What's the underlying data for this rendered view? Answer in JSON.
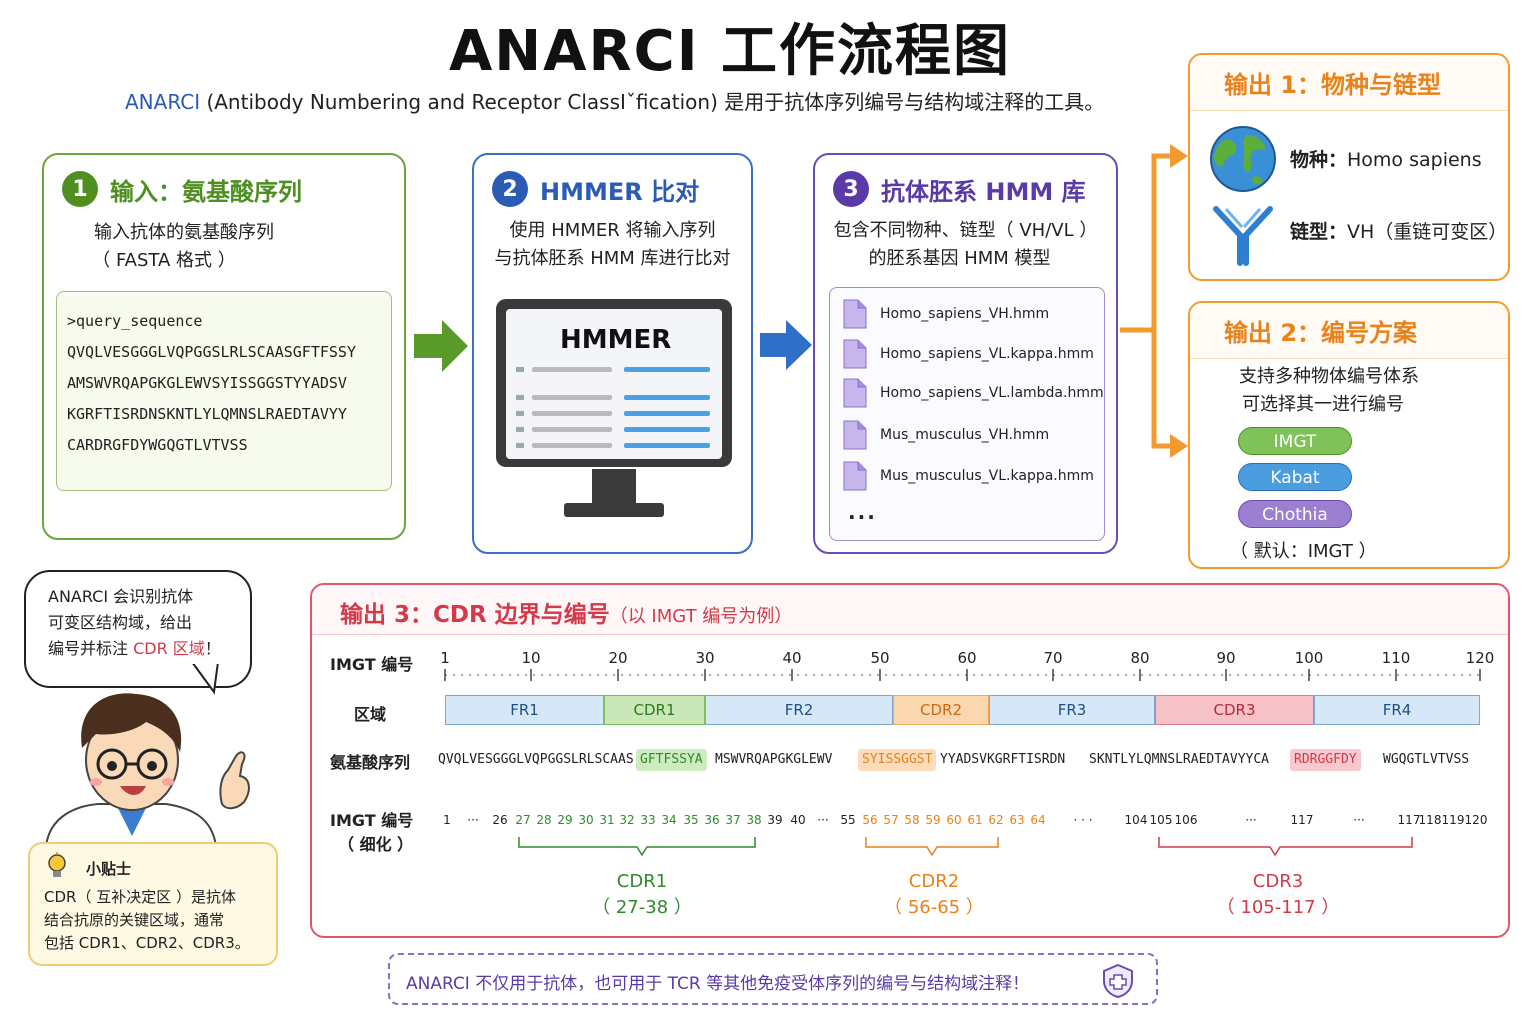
{
  "title": "ANARCI 工作流程图",
  "subtitle": {
    "keyword": "ANARCI",
    "rest": " (Antibody Numbering and Receptor ClassIˇfication) 是用于抗体序列编号与结构域注释的工具。"
  },
  "step1": {
    "num": "1",
    "title": "输入：氨基酸序列",
    "desc1": "输入抗体的氨基酸序列",
    "desc2": "（ FASTA 格式 ）",
    "seq": [
      ">query_sequence",
      "QVQLVESGGGLVQPGGSLRLSCAASGFTFSSY",
      "AMSWVRQAPGKGLEWVSYISSGGSTYYADSV",
      "KGRFTISRDNSKNTLYLQMNSLRAEDTAVYY",
      "CARDRGFDYWGQGTLVTVSS"
    ]
  },
  "step2": {
    "num": "2",
    "title": "HMMER 比对",
    "desc1": "使用 HMMER 将输入序列",
    "desc2": "与抗体胚系 HMM 库进行比对",
    "screen_label": "HMMER"
  },
  "step3": {
    "num": "3",
    "title": "抗体胚系 HMM 库",
    "desc1": "包含不同物种、链型（ VH/VL ）",
    "desc2": "的胚系基因 HMM 模型",
    "files": [
      "Homo_sapiens_VH.hmm",
      "Homo_sapiens_VL.kappa.hmm",
      "Homo_sapiens_VL.lambda.hmm",
      "Mus_musculus_VH.hmm",
      "Mus_musculus_VL.kappa.hmm"
    ],
    "more": "..."
  },
  "output1": {
    "title": "输出 1：物种与链型",
    "species_label": "物种：",
    "species_value": "Homo sapiens",
    "chain_label": "链型：",
    "chain_value": "VH（重链可变区）"
  },
  "output2": {
    "title": "输出 2：编号方案",
    "desc1": "支持多种物体编号体系",
    "desc2": "可选择其一进行编号",
    "schemes": [
      {
        "name": "IMGT",
        "color": "#7fc25a"
      },
      {
        "name": "Kabat",
        "color": "#4a9ee0"
      },
      {
        "name": "Chothia",
        "color": "#9b7fd0"
      }
    ],
    "default": "（ 默认：IMGT ）"
  },
  "output3": {
    "title": "输出 3：CDR 边界与编号",
    "title_note": "（以 IMGT 编号为例）",
    "row_numbering": "IMGT 编号",
    "row_region": "区域",
    "row_seq": "氨基酸序列",
    "row_fine1": "IMGT 编号",
    "row_fine2": "（ 细化 ）",
    "ticks": [
      "1",
      "10",
      "20",
      "30",
      "40",
      "50",
      "60",
      "70",
      "80",
      "90",
      "100",
      "110",
      "120"
    ],
    "regions": [
      {
        "name": "FR1",
        "type": "fr"
      },
      {
        "name": "CDR1",
        "type": "cdr1"
      },
      {
        "name": "FR2",
        "type": "fr"
      },
      {
        "name": "CDR2",
        "type": "cdr2"
      },
      {
        "name": "FR3",
        "type": "fr"
      },
      {
        "name": "CDR3",
        "type": "cdr3"
      },
      {
        "name": "FR4",
        "type": "fr"
      }
    ],
    "sequence_segments": [
      {
        "text": "QVQLVESGGGLVQPGGSLRLSCAAS",
        "type": "fr"
      },
      {
        "text": "GFTFSSYA",
        "type": "cdr1"
      },
      {
        "text": "MSWVRQAPGKGLEWV",
        "type": "fr"
      },
      {
        "text": "SYISSGGST",
        "type": "cdr2"
      },
      {
        "text": "YYADSVKGRFTISRDN",
        "type": "fr"
      },
      {
        "text": "SKNTLYLQMNSLRAEDTAVYYCA",
        "type": "fr"
      },
      {
        "text": "RDRGGFDY",
        "type": "cdr3"
      },
      {
        "text": "WGQGTLVTVSS",
        "type": "fr"
      }
    ],
    "fine_numbers": [
      {
        "t": "1",
        "type": "fr"
      },
      {
        "t": "···",
        "type": "fr"
      },
      {
        "t": "26",
        "type": "fr"
      },
      {
        "t": "27",
        "type": "cdr1"
      },
      {
        "t": "28",
        "type": "cdr1"
      },
      {
        "t": "29",
        "type": "cdr1"
      },
      {
        "t": "30",
        "type": "cdr1"
      },
      {
        "t": "31",
        "type": "cdr1"
      },
      {
        "t": "32",
        "type": "cdr1"
      },
      {
        "t": "33",
        "type": "cdr1"
      },
      {
        "t": "34",
        "type": "cdr1"
      },
      {
        "t": "35",
        "type": "cdr1"
      },
      {
        "t": "36",
        "type": "cdr1"
      },
      {
        "t": "37",
        "type": "cdr1"
      },
      {
        "t": "38",
        "type": "cdr1"
      },
      {
        "t": "39",
        "type": "fr"
      },
      {
        "t": "40",
        "type": "fr"
      },
      {
        "t": "···",
        "type": "fr"
      },
      {
        "t": "55",
        "type": "fr"
      },
      {
        "t": "56",
        "type": "cdr2"
      },
      {
        "t": "57",
        "type": "cdr2"
      },
      {
        "t": "58",
        "type": "cdr2"
      },
      {
        "t": "59",
        "type": "cdr2"
      },
      {
        "t": "60",
        "type": "cdr2"
      },
      {
        "t": "61",
        "type": "cdr2"
      },
      {
        "t": "62",
        "type": "cdr2"
      },
      {
        "t": "63",
        "type": "cdr2"
      },
      {
        "t": "64",
        "type": "cdr2"
      },
      {
        "t": "· · ·",
        "type": "fr"
      },
      {
        "t": "104",
        "type": "fr"
      },
      {
        "t": "105",
        "type": "fr"
      },
      {
        "t": "106",
        "type": "fr"
      },
      {
        "t": "···",
        "type": "fr"
      },
      {
        "t": "117",
        "type": "fr"
      },
      {
        "t": "···",
        "type": "fr"
      },
      {
        "t": "117",
        "type": "fr"
      },
      {
        "t": "118",
        "type": "fr"
      },
      {
        "t": "119",
        "type": "fr"
      },
      {
        "t": "120",
        "type": "fr"
      }
    ],
    "brackets": [
      {
        "name": "CDR1",
        "range": "（ 27-38 ）",
        "type": "cdr1"
      },
      {
        "name": "CDR2",
        "range": "（ 56-65 ）",
        "type": "cdr2"
      },
      {
        "name": "CDR3",
        "range": "（ 105-117 ）",
        "type": "cdr3"
      }
    ]
  },
  "bubble": {
    "line1": "ANARCI 会识别抗体",
    "line2": "可变区结构域，给出",
    "line3_a": "编号并标注 ",
    "line3_b": "CDR 区域",
    "line3_c": "！"
  },
  "tip": {
    "title": "小贴士",
    "line1": "CDR（ 互补决定区 ）是抗体",
    "line2": "结合抗原的关键区域，通常",
    "line3": "包括 CDR1、CDR2、CDR3。"
  },
  "note": "ANARCI 不仅用于抗体，也可用于 TCR 等其他免疫受体序列的编号与结构域注释！",
  "colors": {
    "step1": "#5a9a2a",
    "step2": "#2b5bb5",
    "step3": "#6b4bb5",
    "output": "#e8821a",
    "cdr1": "#2e8b2e",
    "cdr2": "#e8821a",
    "cdr3": "#d23a4a"
  }
}
